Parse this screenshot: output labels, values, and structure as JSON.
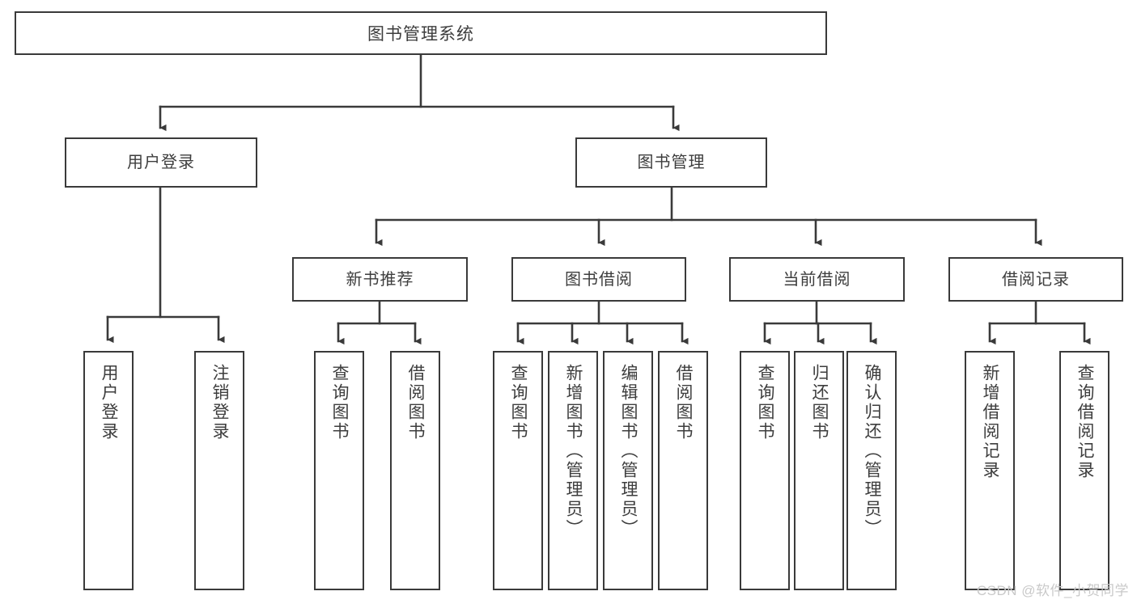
{
  "diagram": {
    "type": "tree-hierarchy",
    "title": "图书管理系统",
    "accent_color": "#3a3a3a",
    "text_color": "#3d3d3d",
    "background_color": "#ffffff",
    "watermark": "CSDN @软件_小贺同学",
    "watermark_color": "#c9c9c9"
  },
  "nodes": {
    "root": {
      "label": "图书管理系统"
    },
    "level1": [
      {
        "id": "user-login",
        "label": "用户登录"
      },
      {
        "id": "book-management",
        "label": "图书管理"
      }
    ],
    "level2": [
      {
        "id": "new-book-recommend",
        "label": "新书推荐"
      },
      {
        "id": "book-borrow",
        "label": "图书借阅"
      },
      {
        "id": "current-borrow",
        "label": "当前借阅"
      },
      {
        "id": "borrow-record",
        "label": "借阅记录"
      }
    ],
    "leaves": {
      "user_login": [
        {
          "id": "leaf-user-login",
          "label": "用户登录"
        },
        {
          "id": "leaf-logout-login",
          "label": "注销登录"
        }
      ],
      "new_book_recommend": [
        {
          "id": "leaf-query-book-1",
          "label": "查询图书"
        },
        {
          "id": "leaf-borrow-book-1",
          "label": "借阅图书"
        }
      ],
      "book_borrow": [
        {
          "id": "leaf-query-book-2",
          "label": "查询图书"
        },
        {
          "id": "leaf-add-book",
          "label": "新增图书（管理员）"
        },
        {
          "id": "leaf-edit-book",
          "label": "编辑图书（管理员）"
        },
        {
          "id": "leaf-borrow-book-2",
          "label": "借阅图书"
        }
      ],
      "current_borrow": [
        {
          "id": "leaf-query-book-3",
          "label": "查询图书"
        },
        {
          "id": "leaf-return-book",
          "label": "归还图书"
        },
        {
          "id": "leaf-confirm-return",
          "label": "确认归还（管理员）"
        }
      ],
      "borrow_record": [
        {
          "id": "leaf-add-record",
          "label": "新增借阅记录"
        },
        {
          "id": "leaf-query-record",
          "label": "查询借阅记录"
        }
      ]
    }
  }
}
